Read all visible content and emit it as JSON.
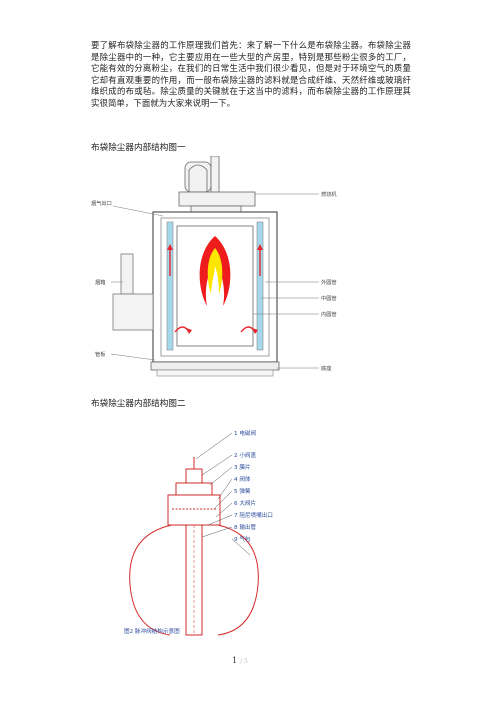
{
  "document": {
    "paragraph": "要了解布袋除尘器的工作原理我们首先：来了解一下什么是布袋除尘器。布袋除尘器是除尘器中的一种，它主要应用在一些大型的产房里，特别是那些粉尘很多的工厂，它能有效的分离粉尘，在我们的日常生活中我们很少看见，但是对于环境空气的质量它却有直观重要的作用，而一般布袋除尘器的滤料就是合成纤维、天然纤维或玻璃纤维织成的布或毡。除尘质量的关键就在于这当中的滤料，而布袋除尘器的工作原理其实很简单，下面就为大家来说明一下。",
    "caption1": "布袋除尘器内部结构图一",
    "caption2": "布袋除尘器内部结构图二"
  },
  "figure1": {
    "labels": {
      "top_right": "燃烧机",
      "top_left": "烟气出口",
      "left_mid": "烟箱",
      "left_low": "管板",
      "right_1": "外圆管",
      "right_2": "中圆管",
      "right_3": "内圆管",
      "right_bottom": "底座"
    },
    "colors": {
      "flame_outer": "#ee1c1c",
      "flame_inner": "#ffe600",
      "arrow": "#e8232a",
      "tube": "#a6d8ec"
    }
  },
  "figure2": {
    "legend": [
      "1  电磁阀",
      "2  小阀盖",
      "3  膜片",
      "4  阀体",
      "5  弹簧",
      "6  大阀片",
      "7  阻尼喷嘴出口",
      "8  输出管",
      "9  气包"
    ],
    "caption": "图2   脉冲阀结构示意图",
    "colors": {
      "lines": "#d42b2b",
      "label_text": "#2b4c9c"
    }
  },
  "footer": {
    "page_number": "1",
    "faint_text": "/ 5"
  }
}
